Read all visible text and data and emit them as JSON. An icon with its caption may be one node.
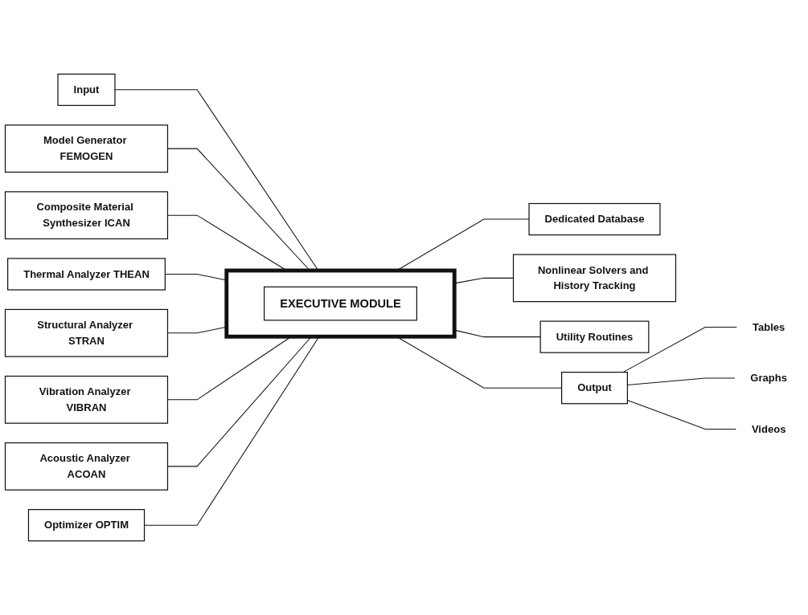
{
  "diagram": {
    "nodes": [
      {
        "text": [
          "Input"
        ]
      },
      {
        "text": [
          "Model Generator FEMOGEN"
        ]
      },
      {
        "text": [
          "Composite Material Synthesizer ICAN"
        ]
      },
      {
        "text": [
          "Thermal Analyzer THEAN"
        ]
      },
      {
        "text": [
          "Structural Analyzer STRAN"
        ]
      },
      {
        "text": [
          "Vibration Analyzer VIBRAN"
        ]
      },
      {
        "text": [
          "Acoustic Analyzer ACOAN"
        ]
      },
      {
        "text": [
          "Optimizer OPTIM"
        ]
      },
      {
        "text": [],
        "shape": "box"
      },
      {
        "text": [
          "EXECUTIVE MODULE"
        ],
        "in": 8
      },
      {
        "text": [
          "Dedicated Database"
        ]
      },
      {
        "text": [
          "Nonlinear Solvers and History Tracking"
        ]
      },
      {
        "text": [
          "Utility Routines"
        ]
      },
      {
        "text": [
          "Output"
        ]
      },
      {
        "text": [
          "Tables"
        ]
      },
      {
        "text": [
          "Graphs"
        ]
      },
      {
        "text": [
          "Videos"
        ]
      }
    ],
    "edges": [
      {
        "from": 0,
        "to": 8,
        "arrow": "none"
      },
      {
        "from": 1,
        "to": 8,
        "arrow": "none"
      },
      {
        "from": 2,
        "to": 8,
        "arrow": "none"
      },
      {
        "from": 3,
        "to": 8,
        "arrow": "none"
      },
      {
        "from": 4,
        "to": 8,
        "arrow": "none"
      },
      {
        "from": 5,
        "to": 8,
        "arrow": "none"
      },
      {
        "from": 6,
        "to": 8,
        "arrow": "none"
      },
      {
        "from": 7,
        "to": 8,
        "arrow": "none"
      },
      {
        "from": 8,
        "to": 10,
        "arrow": "none"
      },
      {
        "from": 8,
        "to": 11,
        "arrow": "none"
      },
      {
        "from": 8,
        "to": 12,
        "arrow": "none"
      },
      {
        "from": 8,
        "to": 13,
        "arrow": "none"
      },
      {
        "from": 13,
        "to": 14,
        "arrow": "none"
      },
      {
        "from": 13,
        "to": 15,
        "arrow": "none"
      },
      {
        "from": 13,
        "to": 16,
        "arrow": "none"
      }
    ]
  }
}
